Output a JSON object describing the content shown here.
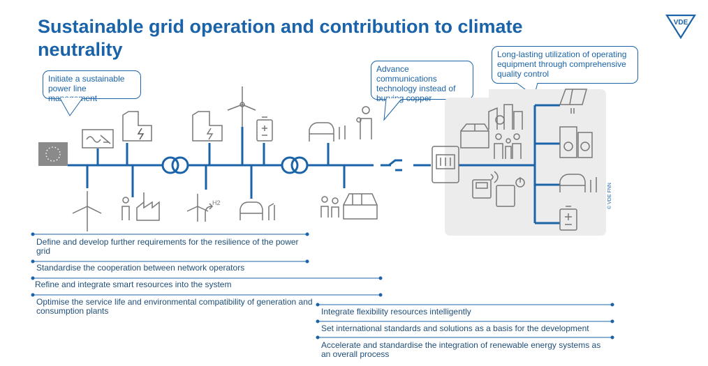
{
  "title": "Sustainable grid operation and contribution to climate neutrality",
  "logo_text": "VDE",
  "credit": "© VDE FNN",
  "callouts": {
    "initiate": "Initiate a sustainable power line management",
    "advance": "Advance communications technology instead of burying copper",
    "long_lasting": "Long-lasting utilization of operating equipment through comprehensive quality control"
  },
  "measures": [
    "Define and develop further requirements for the resilience of the power grid",
    "Standardise the cooperation between network operators",
    "Refine and integrate smart resources into the system",
    "Optimise the service life and environmental compatibility of generation and consumption plants",
    "Integrate flexibility resources intelligently",
    "Set international standards and solutions as a basis for the development",
    "Accelerate and standardise the integration of renewable energy systems as an overall process"
  ],
  "labels": {
    "h2": "H2"
  },
  "colors": {
    "blue": "#1a63a8",
    "grey": "#777777",
    "panel": "#ececec"
  }
}
